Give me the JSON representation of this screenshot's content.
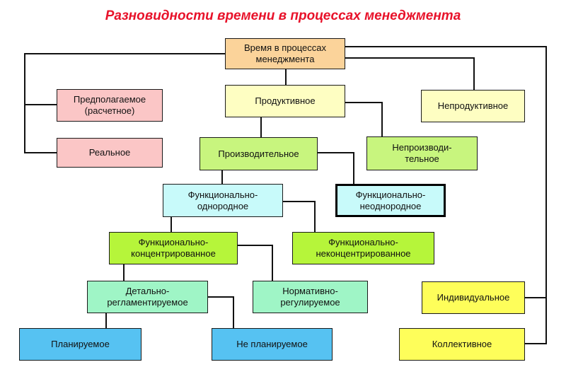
{
  "title": "Разновидности времени в процессах менеджмента",
  "nodes": {
    "root": "Время в процессах\nменеджмента",
    "predpolagaemoe": "Предполагаемое\n(расчетное)",
    "realnoe": "Реальное",
    "produktivnoe": "Продуктивное",
    "neproduktivnoe": "Непродуктивное",
    "proizvoditelnoe": "Производительное",
    "neproizvoditelnoe": "Непроизводи-\nтельное",
    "funk_odnorodnoe": "Функционально-\nоднородное",
    "funk_neodnorodnoe": "Функционально-\nнеоднородное",
    "funk_konc": "Функционально-\nконцентрированное",
    "funk_nekonc": "Функционально-\nнеконцентрированное",
    "detalno": "Детально-\nрегламентируемое",
    "normativno": "Нормативно-\nрегулируемое",
    "planiruemoe": "Планируемое",
    "ne_planiruemoe": "Не планируемое",
    "individualnoe": "Индивидуальное",
    "kollektivnoe": "Коллективное"
  },
  "colors": {
    "title": "#e8122a",
    "root": "#fbd39a",
    "pink": "#fbc6c6",
    "light_yellow": "#fefec2",
    "light_green": "#c8f57e",
    "light_cyan": "#c8fafa",
    "lime": "#b6f53a",
    "mint": "#9ff5c6",
    "blue": "#56c2f2",
    "yellow": "#fefe5a"
  }
}
